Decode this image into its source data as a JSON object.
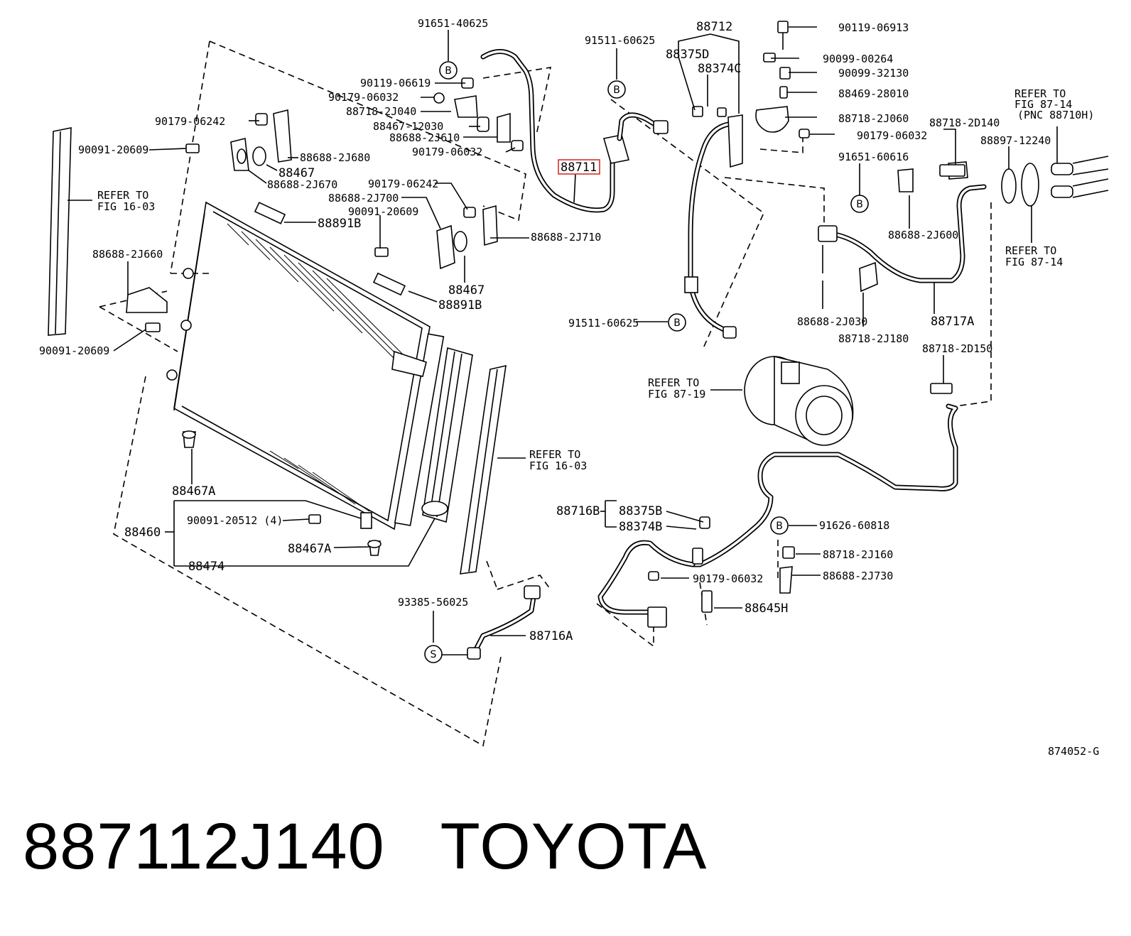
{
  "diagram": {
    "figure_number": "874052-G",
    "highlighted_part": "88711",
    "highlight_color": "#d9302a",
    "callouts": {
      "c91651_40625": "91651-40625",
      "c90119_06619": "90119-06619",
      "c90179_06032_a": "90179-06032",
      "c88718_2J040": "88718-2J040",
      "c88467_12030": "88467-12030",
      "c88688_2J610": "88688-2J610",
      "c90179_06032_b": "90179-06032",
      "c90179_06242_a": "90179-06242",
      "c90091_20609_a": "90091-20609",
      "c88688_2J680": "88688-2J680",
      "c88467_a": "88467",
      "c88688_2J670": "88688-2J670",
      "c90179_06242_b": "90179-06242",
      "c88688_2J700": "88688-2J700",
      "c90091_20609_b": "90091-20609",
      "c88688_2J710": "88688-2J710",
      "c88891B_a": "88891B",
      "c88467_b": "88467",
      "c88891B_b": "88891B",
      "c88688_2J660": "88688-2J660",
      "c90091_20609_c": "90091-20609",
      "c88467A_a": "88467A",
      "c88460": "88460",
      "c90091_20512": "90091-20512 (4)",
      "c88467A_b": "88467A",
      "c88474": "88474",
      "c91511_60625_a": "91511-60625",
      "c88711": "88711",
      "c88712": "88712",
      "c88375D": "88375D",
      "c88374C": "88374C",
      "c90119_06913": "90119-06913",
      "c90099_00264": "90099-00264",
      "c90099_32130": "90099-32130",
      "c88469_28010": "88469-28010",
      "c88718_2J060": "88718-2J060",
      "c90179_06032_c": "90179-06032",
      "c91651_60616": "91651-60616",
      "c88718_2D140": "88718-2D140",
      "c88897_12240": "88897-12240",
      "c88688_2J600": "88688-2J600",
      "c88688_2J030": "88688-2J030",
      "c88718_2J180": "88718-2J180",
      "c88717A": "88717A",
      "c91511_60625_b": "91511-60625",
      "c88718_2D150": "88718-2D150",
      "c88716B": "88716B",
      "c88375B": "88375B",
      "c88374B": "88374B",
      "c91626_60818": "91626-60818",
      "c88718_2J160": "88718-2J160",
      "c88688_2J730": "88688-2J730",
      "c90179_06032_d": "90179-06032",
      "c88645H": "88645H",
      "c93385_56025": "93385-56025",
      "c88716A": "88716A"
    },
    "badges": {
      "b": "B",
      "s": "S"
    },
    "refers": {
      "fig16_left": [
        "REFER TO",
        "FIG 16-03"
      ],
      "fig16_right": [
        "REFER TO",
        "FIG 16-03"
      ],
      "fig87_19": [
        "REFER TO",
        "FIG 87-19"
      ],
      "fig87_14_top": [
        "REFER TO",
        "FIG 87-14",
        "(PNC 88710H)"
      ],
      "fig87_14_bottom": [
        "REFER TO",
        "FIG 87-14"
      ]
    }
  },
  "caption": {
    "part_number": "887112J140",
    "brand": "TOYOTA"
  }
}
